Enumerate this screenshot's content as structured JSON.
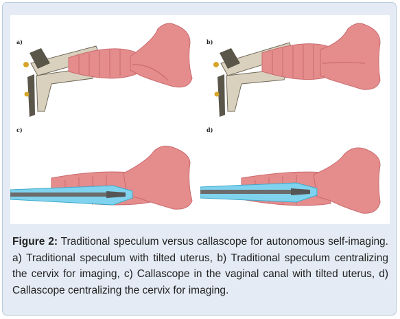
{
  "figure": {
    "panels": [
      {
        "label": "a)",
        "instrument": "speculum",
        "uterus": "tilted"
      },
      {
        "label": "b)",
        "instrument": "speculum",
        "uterus": "centered"
      },
      {
        "label": "c)",
        "instrument": "callascope",
        "uterus": "tilted"
      },
      {
        "label": "d)",
        "instrument": "callascope",
        "uterus": "centered"
      }
    ],
    "caption_label": "Figure 2:",
    "caption_text": "Traditional speculum versus callascope for autonomous self-imaging. a) Traditional speculum with tilted uterus, b) Traditional speculum centralizing the cervix for imaging, c) Callascope in the vaginal canal with tilted uterus, d) Callascope centralizing the cervix for imaging."
  },
  "colors": {
    "tissue": "#e58c8c",
    "tissue_dark": "#c96b6f",
    "speculum_metal": "#d9d0bd",
    "speculum_dark": "#5a5649",
    "callascope_sheath": "#7fd3ee",
    "callascope_shaft": "#6b6b6b"
  }
}
